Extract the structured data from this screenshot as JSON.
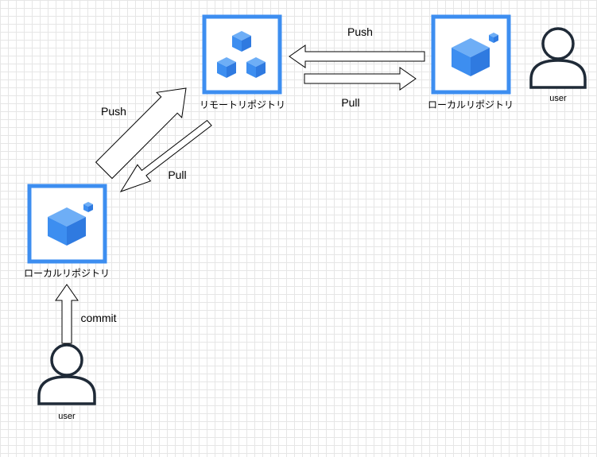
{
  "nodes": {
    "remote": {
      "label": "リモートリポジトリ"
    },
    "local_right": {
      "label": "ローカルリポジトリ"
    },
    "local_left": {
      "label": "ローカルリポジトリ"
    },
    "user_right": {
      "label": "user"
    },
    "user_left": {
      "label": "user"
    }
  },
  "edges": {
    "push_right": "Push",
    "pull_right": "Pull",
    "push_left": "Push",
    "pull_left": "Pull",
    "commit": "commit"
  },
  "colors": {
    "repo_blue": "#3d8ef0",
    "user_stroke": "#1f2a37",
    "arrow_stroke": "#000000"
  }
}
